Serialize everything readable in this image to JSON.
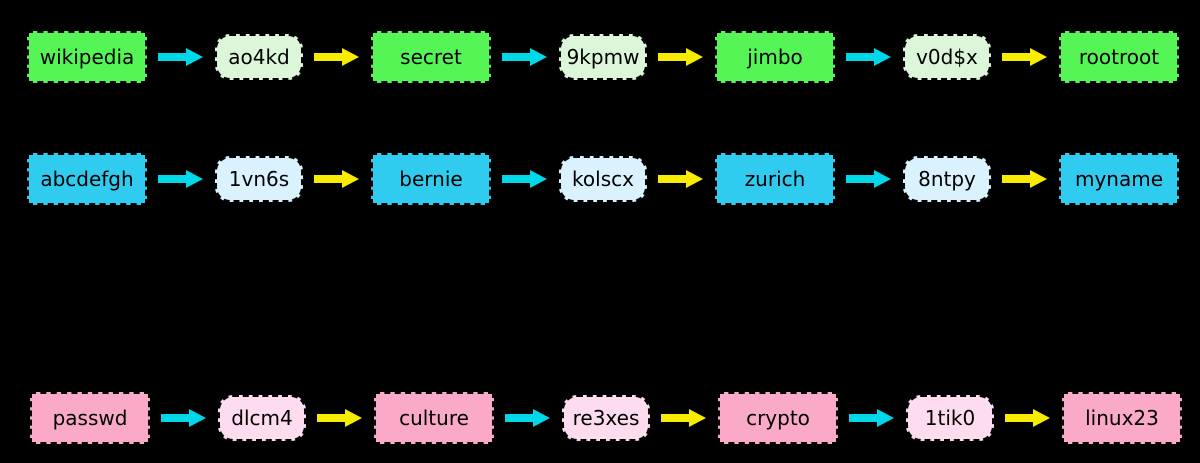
{
  "background_color": "#000000",
  "arrows": {
    "hash_arrow_color": "#00d7e9",
    "reduce_arrow_color": "#f8ec00"
  },
  "chains": [
    {
      "plain_fill": "#55f555",
      "hash_fill": "#dcf6da",
      "nodes": [
        "wikipedia",
        "ao4kd",
        "secret",
        "9kpmw",
        "jimbo",
        "v0d$x",
        "rootroot"
      ]
    },
    {
      "plain_fill": "#30ccf0",
      "hash_fill": "#d9f2fd",
      "nodes": [
        "abcdefgh",
        "1vn6s",
        "bernie",
        "kolscx",
        "zurich",
        "8ntpy",
        "myname"
      ]
    },
    {
      "plain_fill": "#faaac8",
      "hash_fill": "#fcdcee",
      "nodes": [
        "passwd",
        "dlcm4",
        "culture",
        "re3xes",
        "crypto",
        "1tik0",
        "linux23"
      ]
    }
  ]
}
